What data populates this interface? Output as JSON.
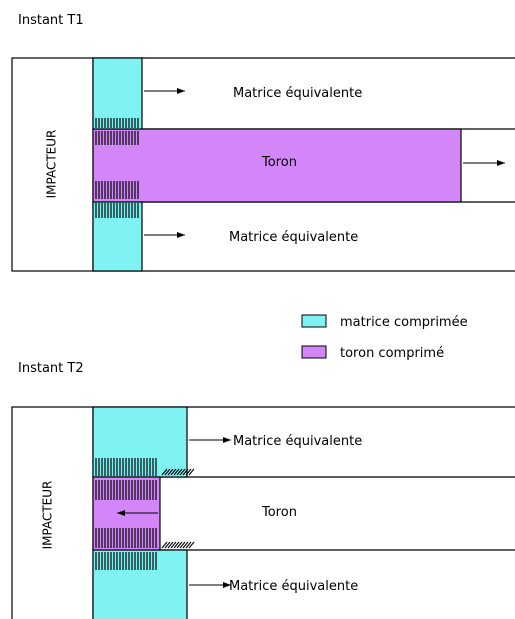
{
  "colors": {
    "matrix_compressed": "#7ff3f3",
    "strand_compressed": "#d386f7",
    "outline": "#000000",
    "background": "#ffffff"
  },
  "panel_t1": {
    "title": "Instant T1",
    "impactor_label": "IMPACTEUR",
    "matrix_top_label": "Matrice équivalente",
    "strand_label": "Toron",
    "matrix_bottom_label": "Matrice équivalente"
  },
  "legend": {
    "items": [
      {
        "label": "matrice comprimée",
        "color": "#7ff3f3"
      },
      {
        "label": "toron comprimé",
        "color": "#d386f7"
      }
    ]
  },
  "panel_t2": {
    "title": "Instant T2",
    "impactor_label": "IMPACTEUR",
    "matrix_top_label": "Matrice équivalente",
    "strand_label": "Toron",
    "matrix_bottom_label": "Matrice équivalente"
  }
}
